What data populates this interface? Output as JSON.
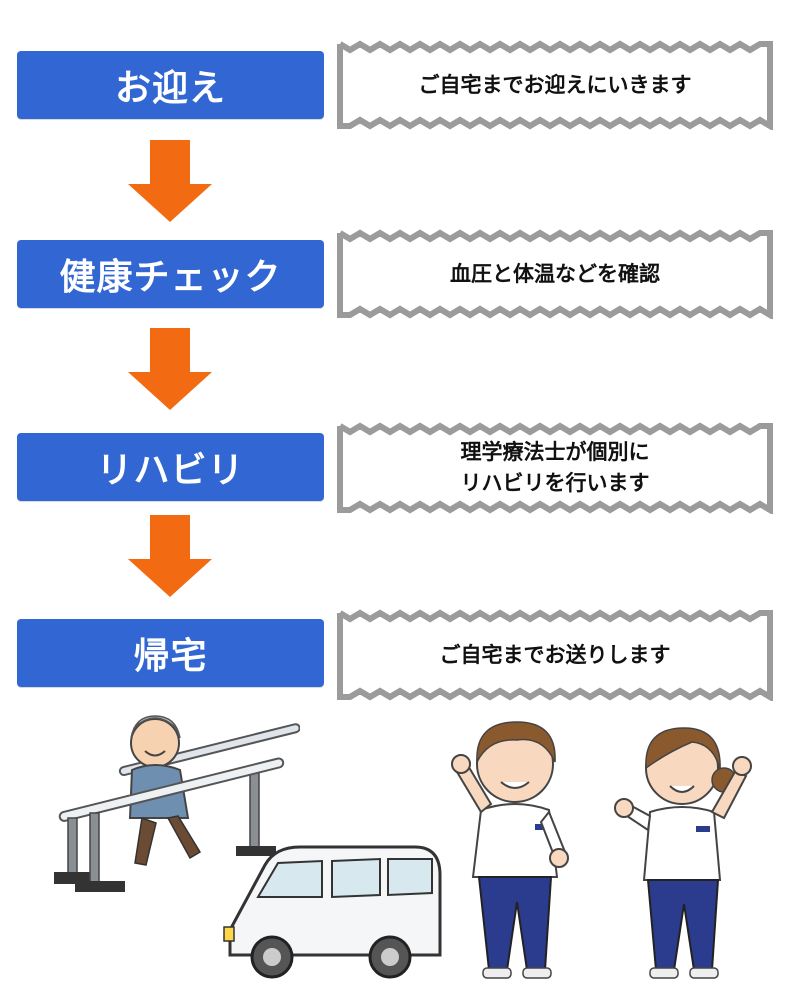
{
  "colors": {
    "step_bg": "#3267d3",
    "step_text": "#ffffff",
    "arrow": "#f26b12",
    "frame_zigzag": "#9b9b9b",
    "desc_text": "#111111"
  },
  "steps": [
    {
      "label": "お迎え",
      "desc": "ご自宅までお迎えにいきます"
    },
    {
      "label": "健康チェック",
      "desc": "血圧と体温などを確認"
    },
    {
      "label": "リハビリ",
      "desc_line1": "理学療法士が個別に",
      "desc_line2": "リハビリを行います"
    },
    {
      "label": "帰宅",
      "desc": "ご自宅までお送りします"
    }
  ],
  "icons": [
    "down-arrow-icon",
    "elderly-man-parallel-bars-illustration",
    "van-illustration",
    "male-caregiver-illustration",
    "female-caregiver-illustration"
  ]
}
